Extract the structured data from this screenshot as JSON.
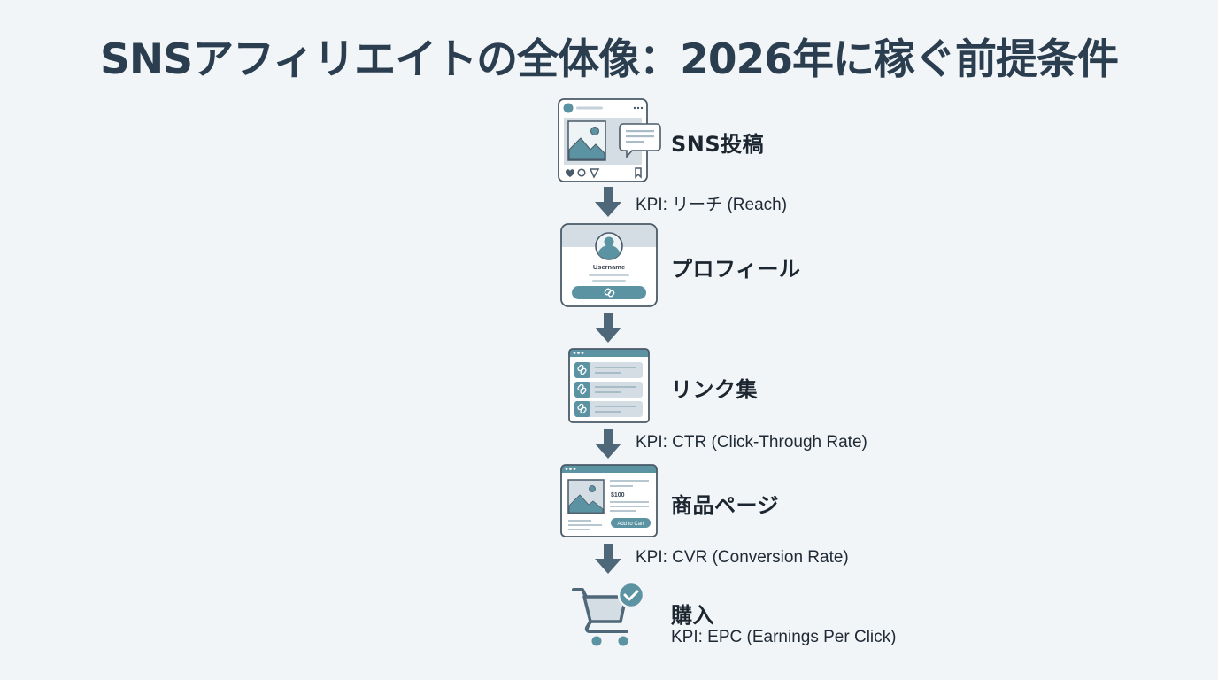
{
  "title": "SNSアフィリエイトの全体像：2026年に稼ぐ前提条件",
  "colors": {
    "background": "#f2f5f7",
    "title": "#2b3e50",
    "accent_teal": "#5b93a3",
    "outline": "#4a5a68",
    "panel_light": "#d3dde3",
    "arrow": "#4e6779"
  },
  "steps": [
    {
      "label": "SNS投稿",
      "icon": "social-post-icon",
      "kpi": "KPI: リーチ (Reach)"
    },
    {
      "label": "プロフィール",
      "icon": "profile-card-icon",
      "username": "Username",
      "kpi": ""
    },
    {
      "label": "リンク集",
      "icon": "link-list-icon",
      "kpi": "KPI: CTR (Click-Through Rate)"
    },
    {
      "label": "商品ページ",
      "icon": "product-page-icon",
      "price": "$100",
      "button": "Add to Cart",
      "kpi": "KPI: CVR (Conversion Rate)"
    },
    {
      "label": "購入",
      "icon": "cart-check-icon",
      "kpi": "KPI: EPC (Earnings Per Click)"
    }
  ]
}
